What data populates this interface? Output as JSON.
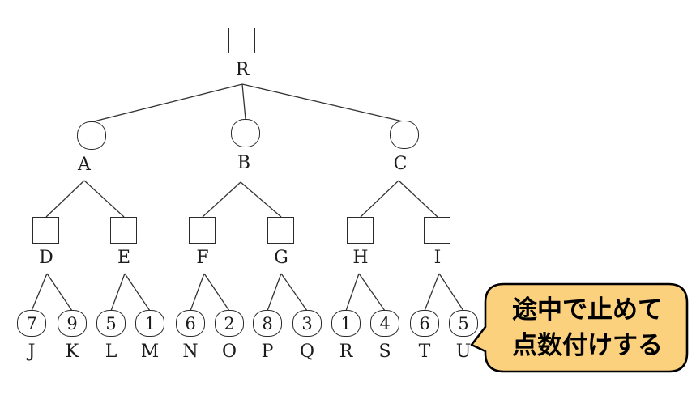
{
  "diagram": {
    "root": {
      "label": "R"
    },
    "level2": [
      {
        "label": "A"
      },
      {
        "label": "B"
      },
      {
        "label": "C"
      }
    ],
    "level3": [
      {
        "label": "D"
      },
      {
        "label": "E"
      },
      {
        "label": "F"
      },
      {
        "label": "G"
      },
      {
        "label": "H"
      },
      {
        "label": "I"
      }
    ],
    "leaves": [
      {
        "label": "J",
        "value": "7"
      },
      {
        "label": "K",
        "value": "9"
      },
      {
        "label": "L",
        "value": "5"
      },
      {
        "label": "M",
        "value": "1"
      },
      {
        "label": "N",
        "value": "6"
      },
      {
        "label": "O",
        "value": "2"
      },
      {
        "label": "P",
        "value": "8"
      },
      {
        "label": "Q",
        "value": "3"
      },
      {
        "label": "R",
        "value": "1"
      },
      {
        "label": "S",
        "value": "4"
      },
      {
        "label": "T",
        "value": "6"
      },
      {
        "label": "U",
        "value": "5"
      }
    ],
    "bubble": {
      "line1": "途中で止めて",
      "line2": "点数付けする",
      "fill": "#fbd17e"
    },
    "colors": {
      "edge": "#333333",
      "node_border": "#2b2b2b",
      "bubble_border": "#000000"
    }
  }
}
